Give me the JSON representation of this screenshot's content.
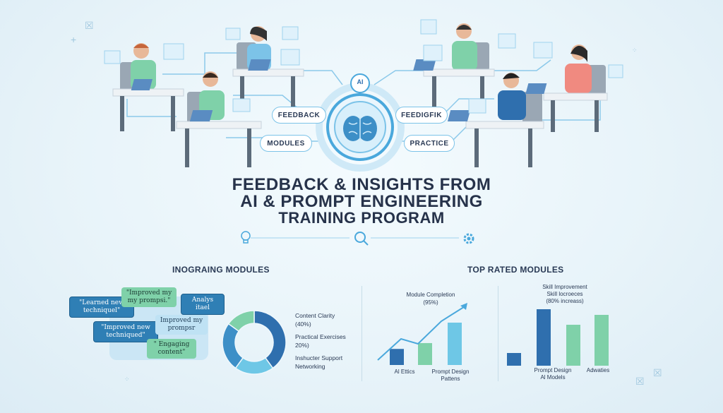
{
  "title": {
    "line1": "FEEDBACK & INSIGHTS FROM",
    "line2": "AI & PROMPT ENGINEERING",
    "line3": "TRAINING PROGRAM"
  },
  "hub": {
    "ai_label": "AI",
    "feedback_left": "FEEDBACK",
    "feedback_right": "FEEDIGFIK",
    "modules": "MODULES",
    "practice": "PRACTICE"
  },
  "icons": [
    "lightbulb-icon",
    "search-icon",
    "gear-icon",
    "brain-icon"
  ],
  "left_section": {
    "title": "INOGRAING MODULES",
    "bubbles": [
      "\"Learned new techniquel\"",
      "\"Improved my my prompsi.\"",
      "Analys itael",
      "\"Improved new techniqued\"",
      "Improved my prompsr",
      "\" Engaging content\""
    ],
    "legend": [
      "Content Clarity",
      "(40%)",
      "Practical Exercises",
      "20%)",
      "Inshucter Support",
      "Networking"
    ]
  },
  "right_section": {
    "title": "TOP RATED MODULES",
    "chart1": {
      "label1": "Module Completion",
      "label2": "(95%)",
      "x1": "Al Ettics",
      "x2": "Prompt Design Pattens"
    },
    "chart2": {
      "label1": "Skill Improvement",
      "label2": "Skill locroeces",
      "label3": "(80% increass)",
      "x1": "Prompt Design",
      "x2": "Al Models",
      "x3": "Adwaties"
    }
  },
  "chart_data": [
    {
      "type": "pie",
      "values": [
        40,
        20,
        25,
        15
      ],
      "colors": [
        "#2f6fae",
        "#6ec7e6",
        "#3d8fc7",
        "#7fd1a9"
      ]
    },
    {
      "type": "bar",
      "values": [
        22,
        30,
        58
      ],
      "colors": [
        "#2f6fae",
        "#7fd1a9",
        "#6ec7e6"
      ]
    },
    {
      "type": "bar",
      "values": [
        18,
        80,
        58,
        72
      ],
      "colors": [
        "#2f6fae",
        "#2f6fae",
        "#7fd1a9",
        "#7fd1a9"
      ]
    }
  ],
  "colors": {
    "accent": "#4aa8dc",
    "dark_blue": "#2f6fae",
    "green": "#7fd1a9",
    "title": "#26324a"
  }
}
